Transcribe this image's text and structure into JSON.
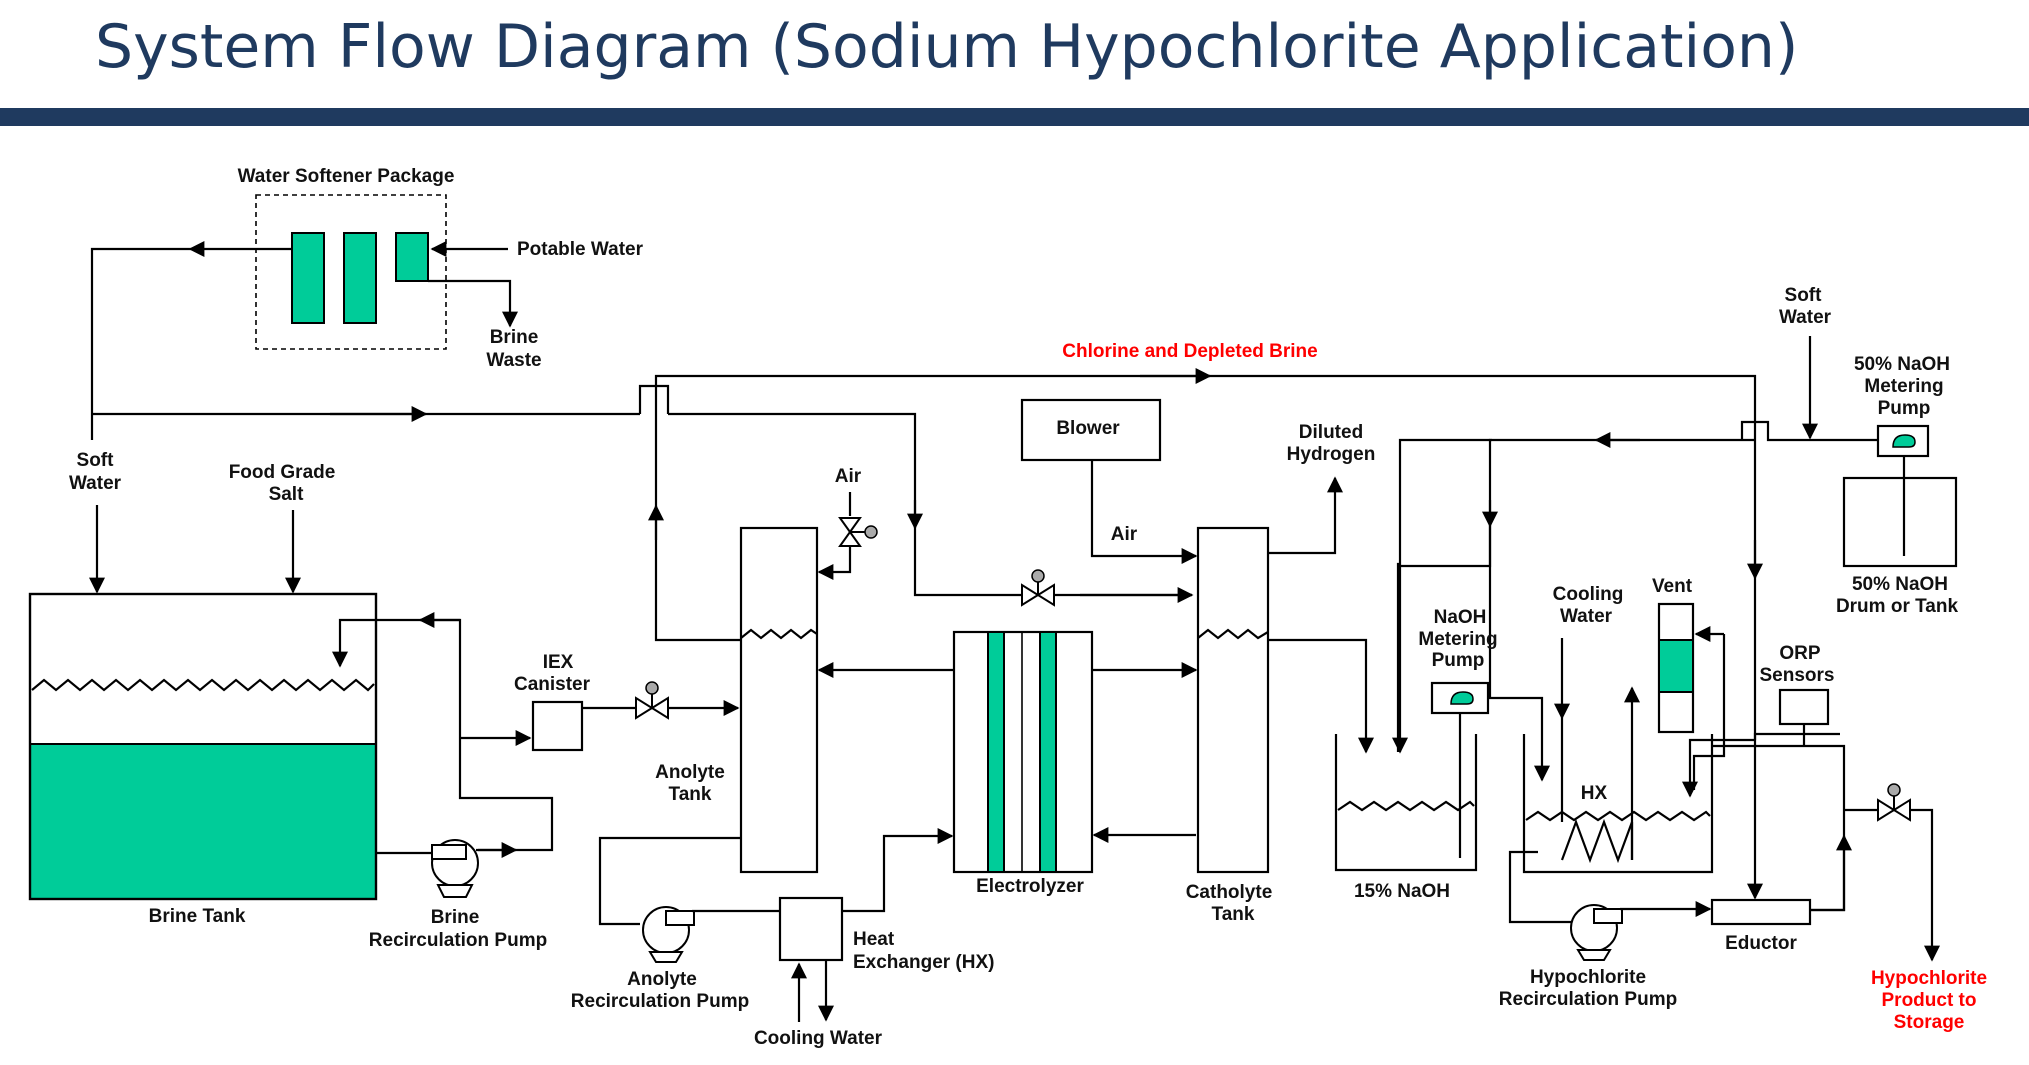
{
  "title": "System Flow Diagram (Sodium Hypochlorite Application)",
  "colors": {
    "title": "#1f3a5f",
    "rule": "#1f3a5f",
    "fill": "#00cc99",
    "highlight": "#ff0000"
  },
  "labels": {
    "water_softener_package": "Water Softener Package",
    "potable_water": "Potable Water",
    "brine_waste": [
      "Brine",
      "Waste"
    ],
    "chlorine_depleted_brine": "Chlorine and Depleted Brine",
    "soft_water_left": [
      "Soft",
      "Water"
    ],
    "food_grade_salt": [
      "Food Grade",
      "Salt"
    ],
    "brine_tank": "Brine Tank",
    "brine_recirc_pump": [
      "Brine",
      "Recirculation Pump"
    ],
    "iex_canister": [
      "IEX",
      "Canister"
    ],
    "air_valve": "Air",
    "anolyte_tank": [
      "Anolyte",
      "Tank"
    ],
    "anolyte_recirc_pump": [
      "Anolyte",
      "Recirculation Pump"
    ],
    "heat_exchanger": [
      "Heat",
      "Exchanger (HX)"
    ],
    "cooling_water_bottom": "Cooling Water",
    "electrolyzer": "Electrolyzer",
    "blower": "Blower",
    "air_blower": "Air",
    "diluted_hydrogen": [
      "Diluted",
      "Hydrogen"
    ],
    "catholyte_tank": [
      "Catholyte",
      "Tank"
    ],
    "naoh_metering_pump": [
      "NaOH",
      "Metering",
      "Pump"
    ],
    "naoh_15": "15% NaOH",
    "cooling_water_hx": [
      "Cooling",
      "Water"
    ],
    "vent": "Vent",
    "hx": "HX",
    "orp_sensors": [
      "ORP",
      "Sensors"
    ],
    "soft_water_right": [
      "Soft",
      "Water"
    ],
    "naoh_50_metering_pump": [
      "50% NaOH",
      "Metering",
      "Pump"
    ],
    "naoh_50_drum": [
      "50% NaOH",
      "Drum or Tank"
    ],
    "hypochlorite_recirc_pump": [
      "Hypochlorite",
      "Recirculation Pump"
    ],
    "eductor": "Eductor",
    "hypochlorite_product": [
      "Hypochlorite",
      "Product to",
      "Storage"
    ]
  }
}
